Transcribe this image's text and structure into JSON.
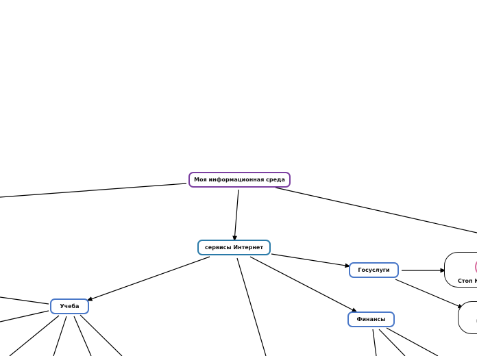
{
  "nodes": {
    "root": "Моя информационная среда",
    "internet": "сервисы Интернет",
    "gosuslugi": "Госуслуги",
    "ucheba": "Учеба",
    "finansy": "Финансы",
    "stop": "Стоп Ко",
    "k": "к"
  },
  "colors": {
    "root_border": "#7b3fa0",
    "branch_border": "#4a78c8",
    "internet_border": "#2a7aa8",
    "edge": "#000000",
    "logo_accent": "#d86a9c"
  },
  "icons": {
    "stop_logo": "stop-logo-icon"
  }
}
